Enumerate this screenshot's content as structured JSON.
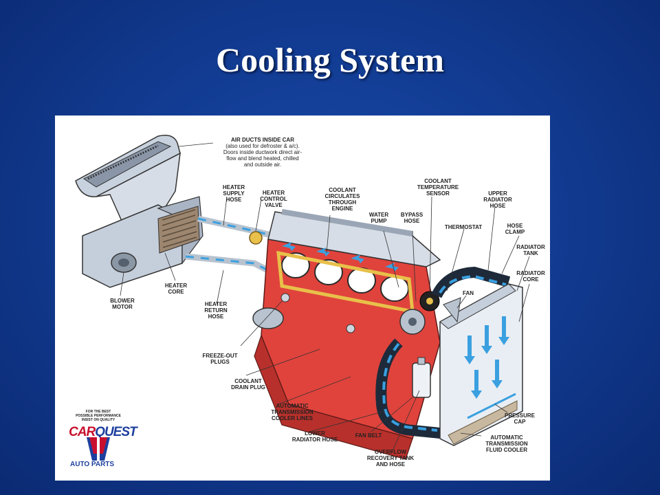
{
  "title": "Cooling System",
  "labels": {
    "air_ducts": "AIR DUCTS INSIDE CAR",
    "air_ducts_note": "(also used for defroster & a/c).\nDoors inside ductwork direct air-\nflow and blend heated, chilled\nand outside air.",
    "heater_supply_hose": "HEATER\nSUPPLY\nHOSE",
    "heater_control_valve": "HEATER\nCONTROL\nVALVE",
    "coolant_circulates": "COOLANT\nCIRCULATES\nTHROUGH\nENGINE",
    "water_pump": "WATER\nPUMP",
    "bypass_hose": "BYPASS\nHOSE",
    "coolant_temp_sensor": "COOLANT\nTEMPERATURE\nSENSOR",
    "thermostat": "THERMOSTAT",
    "upper_radiator_hose": "UPPER\nRADIATOR\nHOSE",
    "hose_clamp": "HOSE\nCLAMP",
    "radiator_tank": "RADIATOR\nTANK",
    "radiator_core": "RADIATOR\nCORE",
    "fan": "FAN",
    "heater_core": "HEATER\nCORE",
    "blower_motor": "BLOWER\nMOTOR",
    "heater_return_hose": "HEATER\nRETURN\nHOSE",
    "freeze_out_plugs": "FREEZE-OUT\nPLUGS",
    "coolant_drain_plug": "COOLANT\nDRAIN PLUG",
    "auto_trans_cooler_lines": "AUTOMATIC\nTRANSMISSION\nCOOLER LINES",
    "lower_radiator_hose": "LOWER\nRADIATOR HOSE",
    "fan_belt": "FAN BELT",
    "overflow_tank": "OVERFLOW\nRECOVERY TANK\nAND HOSE",
    "pressure_cap": "PRESSURE\nCAP",
    "auto_trans_fluid_cooler": "AUTOMATIC\nTRANSMISSION\nFLUID COOLER"
  },
  "logo": {
    "tagline": "FOR THE BEST\nPOSSIBLE PERFORMANCE\nINSIST ON QUALITY",
    "brand_car": "CAR",
    "brand_quest": "QUEST",
    "subline": "AUTO PARTS"
  },
  "colors": {
    "background": "#123c93",
    "engine_red": "#e0433c",
    "coolant_blue": "#3aa0e0",
    "hose_dark": "#1e2a3a",
    "metal_gray": "#b8c3cf"
  }
}
